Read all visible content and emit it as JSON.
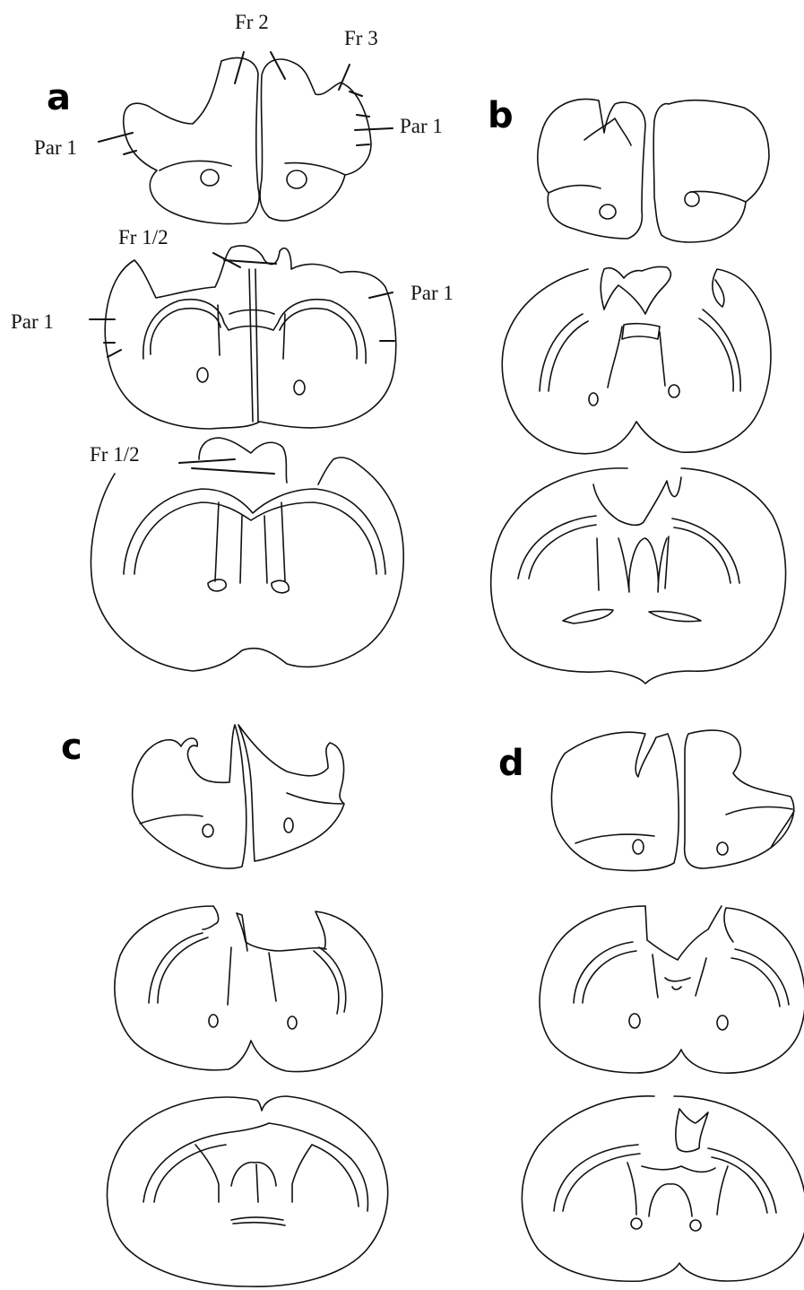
{
  "panels": {
    "a": {
      "letter": "a"
    },
    "b": {
      "letter": "b"
    },
    "c": {
      "letter": "c"
    },
    "d": {
      "letter": "d"
    }
  },
  "labels": {
    "fr2": "Fr 2",
    "fr3": "Fr 3",
    "par1_top_left": "Par 1",
    "par1_top_right": "Par 1",
    "fr12_mid": "Fr 1/2",
    "par1_mid_left": "Par 1",
    "par1_mid_right": "Par 1",
    "fr12_bottom": "Fr 1/2"
  },
  "colors": {
    "line": "#111111",
    "background": "#ffffff"
  }
}
